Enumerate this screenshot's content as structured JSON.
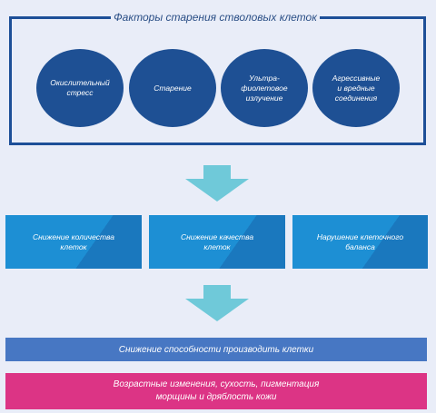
{
  "title": "Факторы старения стволовых клеток",
  "factors": [
    {
      "label": "Окислительный\nстресс"
    },
    {
      "label": "Старение"
    },
    {
      "label": "Ультра-\nфиолетовое\nизлучение"
    },
    {
      "label": "Агрессивные\nи вредные\nсоединения"
    }
  ],
  "effects": [
    {
      "label": "Снижение количества\nклеток"
    },
    {
      "label": "Снижение качества\nклеток"
    },
    {
      "label": "Нарушение клеточного\nбаланса"
    }
  ],
  "result": "Снижение способности производить клетки",
  "outcome": "Возрастные изменения, сухость, пигментация\nморщины и дряблость кожи",
  "colors": {
    "frame": "#1d4f98",
    "circle": "#1e5094",
    "arrow": "#6fc9d9",
    "effect_box": "#1d8fd4",
    "result_bar": "#4777c3",
    "outcome_bar": "#dc3485"
  }
}
